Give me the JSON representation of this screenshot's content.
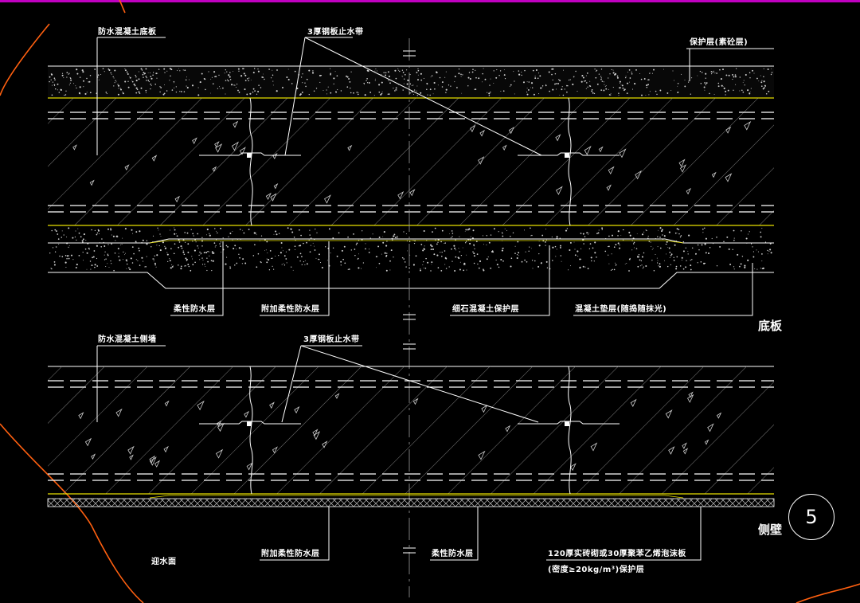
{
  "colors": {
    "background": "#000000",
    "line": "#ffffff",
    "yellow_line": "#e8e000",
    "orange_curve": "#ff6010",
    "magenta_border": "#c000c0"
  },
  "top": {
    "label_concrete_floor": "防水混凝土底板",
    "label_waterstop": "3厚钢板止水带",
    "label_protection": "保护层(素砼层)",
    "label_flexible": "柔性防水层",
    "label_additional": "附加柔性防水层",
    "label_fine_stone": "细石混凝土保护层",
    "label_cushion": "混凝土垫层(随捣随抹光)",
    "title": "底板"
  },
  "bottom": {
    "label_concrete_wall": "防水混凝土侧墙",
    "label_waterstop": "3厚钢板止水带",
    "label_water_side": "迎水面",
    "label_additional": "附加柔性防水层",
    "label_flexible": "柔性防水层",
    "label_foam_1": "120厚实砖砌或30厚聚苯乙烯泡沫板",
    "label_foam_2": "(密度≥20kg/m³)保护层",
    "title": "侧壁"
  },
  "detail_number": "5"
}
